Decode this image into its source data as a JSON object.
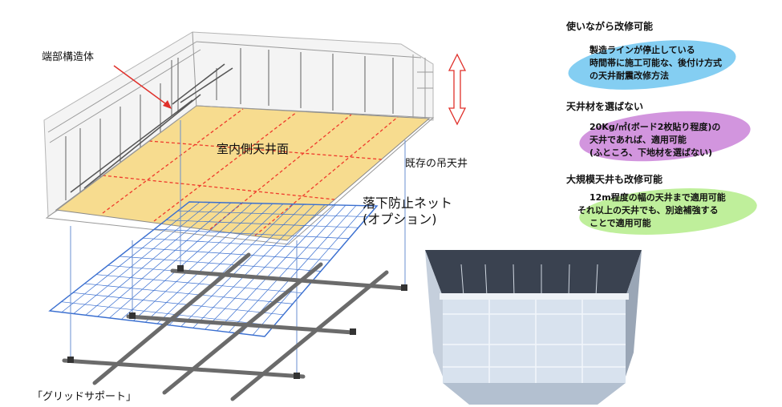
{
  "diagram": {
    "labels": {
      "end_structure": "端部構造体",
      "indoor_ceiling": "室内側天井面",
      "existing_ceiling": "既存の吊天井",
      "net_line1": "落下防止ネット",
      "net_line2": "(オプション)",
      "grid_support": "「グリッドサポート」"
    },
    "features": [
      {
        "title": "使いながら改修可能",
        "lines": [
          "製造ラインが停止している",
          "時間帯に施工可能な、後付け方式",
          "の天井耐震改修方法"
        ],
        "color": "#6fc6f0"
      },
      {
        "title": "天井材を選ばない",
        "lines": [
          "20Kg/㎡(ボード2枚貼り程度)の",
          "天井であれば、適用可能",
          "(ふところ、下地材を選ばない)"
        ],
        "color": "#c77ad6"
      },
      {
        "title": "大規模天井も改修可能",
        "lines": [
          "12m程度の幅の天井まで適用可能",
          "それ以上の天井でも、別途補強する",
          "ことで適用可能"
        ],
        "color": "#b4ec8a"
      }
    ],
    "colors": {
      "ceiling_fill": "#f7dc8f",
      "dashed_grid": "#ef3b2c",
      "net": "#3a6fd0",
      "arrow": "#e0302a"
    }
  }
}
